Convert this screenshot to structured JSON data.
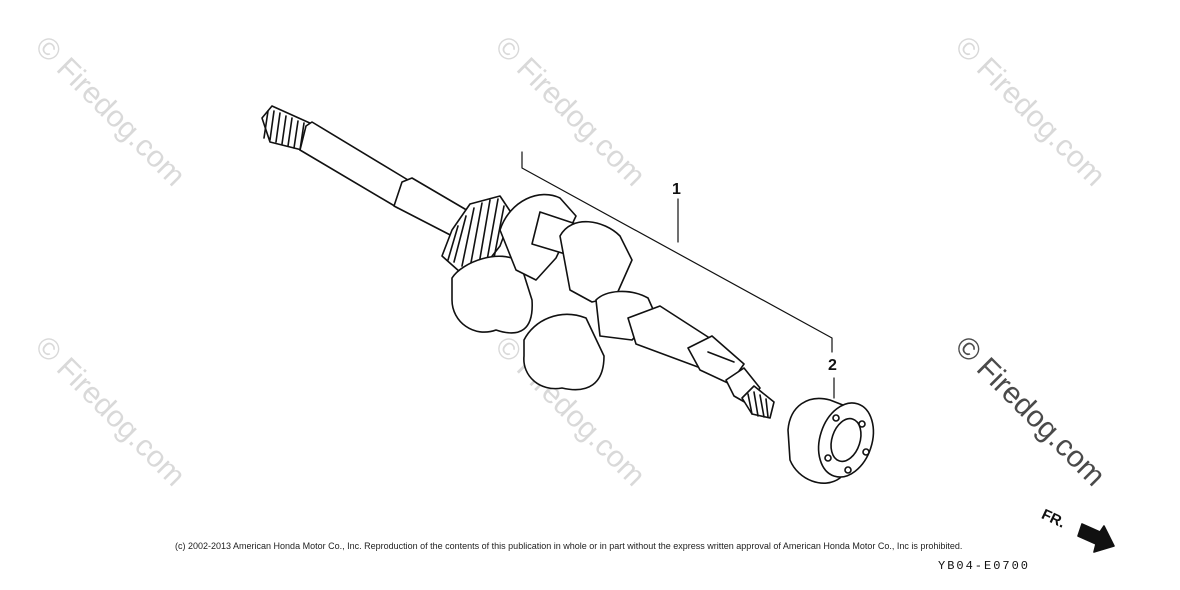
{
  "watermark": {
    "text": "© Firedog.com",
    "color_light": "#d9d9d9",
    "color_dark": "#4a4a4a"
  },
  "callouts": {
    "part_1": "1",
    "part_2": "2"
  },
  "direction_label": "FR.",
  "copyright": "(c) 2002-2013 American Honda Motor Co., Inc. Reproduction of the contents of this publication in whole or in part without the express written approval of American Honda Motor Co., Inc is prohibited.",
  "figure_code": "YB04-E0700"
}
